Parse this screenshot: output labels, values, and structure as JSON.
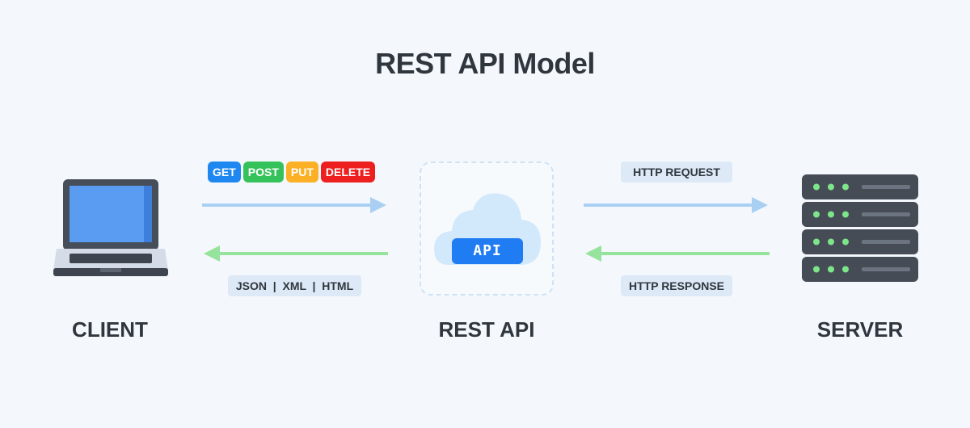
{
  "title": "REST API Model",
  "nodes": {
    "client": "CLIENT",
    "rest_api": "REST API",
    "server": "SERVER"
  },
  "api_badge": "API",
  "methods": [
    {
      "label": "GET",
      "color": "#1e88f0"
    },
    {
      "label": "POST",
      "color": "#36c25b"
    },
    {
      "label": "PUT",
      "color": "#fbb025"
    },
    {
      "label": "DELETE",
      "color": "#ee1f1f"
    }
  ],
  "response_formats": "JSON  |  XML  |  HTML",
  "http_request": "HTTP REQUEST",
  "http_response": "HTTP RESPONSE",
  "colors": {
    "request_arrow": "#a9d0f3",
    "response_arrow": "#95e39d",
    "laptop_screen": "#5a9cf2",
    "laptop_body": "#464e59",
    "server_body": "#454c56",
    "server_led": "#7de58a",
    "cloud": "#d2e8fb"
  },
  "icons": [
    "laptop-icon",
    "cloud-icon",
    "server-icon"
  ]
}
